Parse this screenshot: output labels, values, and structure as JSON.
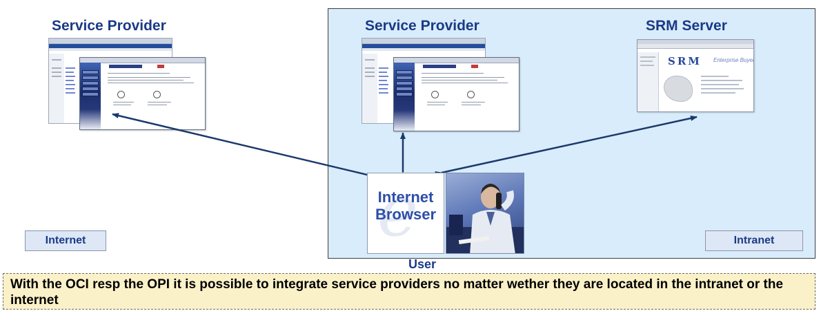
{
  "diagram": {
    "internet_provider": {
      "title": "Service Provider"
    },
    "intranet_provider": {
      "title": "Service Provider"
    },
    "srm_server": {
      "title": "SRM Server",
      "screen_logo": "SRM",
      "screen_subtitle": "Enterprise Buyer"
    },
    "browser": {
      "label_line1": "Internet",
      "label_line2": "Browser"
    },
    "user": {
      "label": "User"
    },
    "zones": {
      "internet": "Internet",
      "intranet": "Intranet"
    },
    "arrow_color": "#1b3a6b",
    "zone_background": "#d9ecfb"
  },
  "note": {
    "text": "With the OCI resp the OPI it is possible to integrate service providers no matter wether they are located in the intranet or the internet",
    "background": "#fbf1c9"
  }
}
